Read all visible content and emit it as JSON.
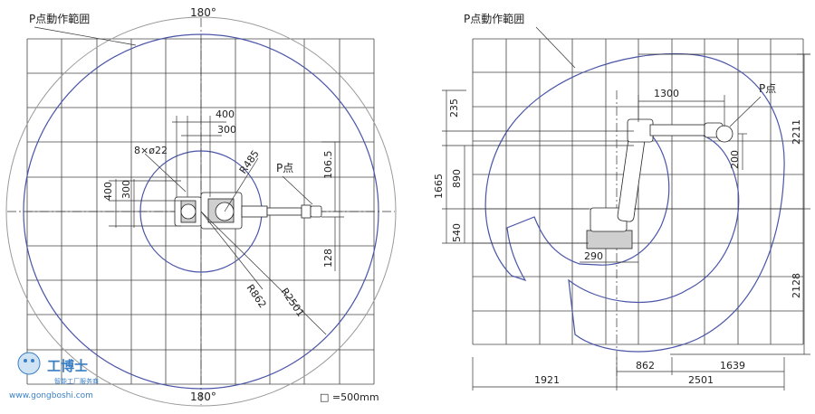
{
  "top_view": {
    "title": "P点動作範囲",
    "angle_top": "180°",
    "angle_bottom": "180°",
    "dims": {
      "d400a": "400",
      "d300a": "300",
      "holes": "8×ø22",
      "r485": "R485",
      "p_point": "P点",
      "d106": "106.5",
      "d400b": "400",
      "d300b": "300",
      "d128": "128",
      "r862": "R862",
      "r2501": "R2501"
    },
    "scale_note": "□ =500mm"
  },
  "side_view": {
    "title": "P点動作範囲",
    "p_point": "P点",
    "dims": {
      "d235": "235",
      "d1300": "1300",
      "d2211": "2211",
      "d200": "200",
      "d1665": "1665",
      "d890": "890",
      "d540": "540",
      "d290": "290",
      "d2128": "2128",
      "d1921": "1921",
      "d862": "862",
      "d1639": "1639",
      "d2501": "2501"
    }
  },
  "watermark": {
    "name": "工博士",
    "sub": "智能工厂服务商",
    "url": "www.gongboshi.com"
  },
  "colors": {
    "range_line": "#4a55a8",
    "outer_circle": "#9a9a9a",
    "grid": "#444444",
    "watermark": "#3a7fc4"
  }
}
